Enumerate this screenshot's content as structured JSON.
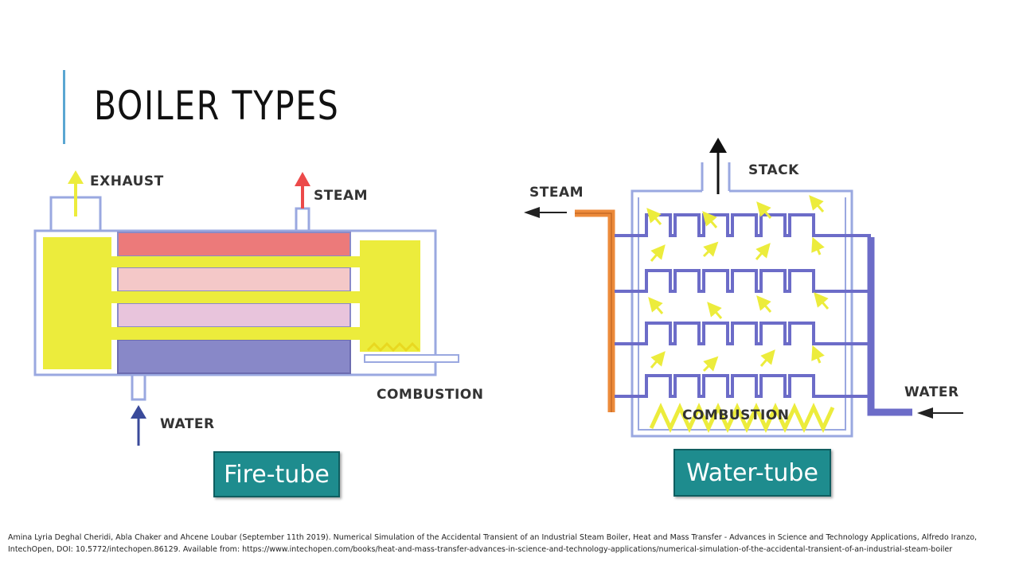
{
  "slide": {
    "title": "BOILER TYPES",
    "citation": "Amina Lyria Deghal Cheridi, Abla Chaker and Ahcene Loubar (September 11th 2019). Numerical Simulation of the Accidental Transient of an Industrial Steam Boiler, Heat and Mass Transfer - Advances in Science and Technology Applications, Alfredo Iranzo, IntechOpen, DOI: 10.5772/intechopen.86129. Available from: https://www.intechopen.com/books/heat-and-mass-transfer-advances-in-science-and-technology-applications/numerical-simulation-of-the-accidental-transient-of-an-industrial-steam-boiler"
  },
  "fire_tube": {
    "label_exhaust": "EXHAUST",
    "label_steam": "STEAM",
    "label_combustion": "COMBUSTION",
    "label_water": "WATER",
    "button": "Fire-tube"
  },
  "water_tube": {
    "label_stack": "STACK",
    "label_steam": "STEAM",
    "label_water": "WATER",
    "label_combustion": "COMBUSTION",
    "button": "Water-tube"
  },
  "colors": {
    "accent": "#5aa6d2",
    "button_teal": "#1e8c8e",
    "flue_yellow": "#ecec3c",
    "steam_red": "#ec6a6a",
    "water_blue": "#6c6cc8",
    "steam_orange": "#ec8a3a",
    "outline": "#9aa8e0"
  }
}
